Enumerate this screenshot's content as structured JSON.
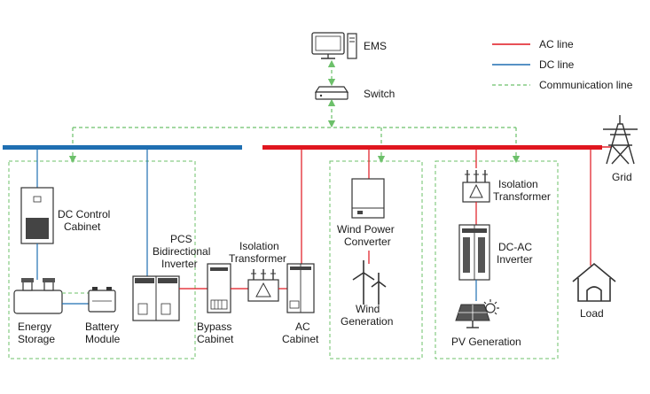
{
  "legend": {
    "ac": "AC line",
    "dc": "DC line",
    "comm": "Communication line",
    "colors": {
      "ac": "#e0161f",
      "dc": "#1f6fb2",
      "comm": "#6cc06a"
    }
  },
  "ems": {
    "label": "EMS"
  },
  "switch": {
    "label": "Switch"
  },
  "grid": {
    "label": "Grid"
  },
  "load": {
    "label": "Load"
  },
  "left": {
    "dc_control": {
      "line1": "DC Control",
      "line2": "Cabinet"
    },
    "pcs": {
      "line1": "PCS",
      "line2": "Bidirectional",
      "line3": "Inverter"
    },
    "iso": {
      "line1": "Isolation",
      "line2": "Transformer"
    },
    "energy": {
      "line1": "Energy",
      "line2": "Storage"
    },
    "battery": {
      "line1": "Battery",
      "line2": "Module"
    },
    "bypass": {
      "line1": "Bypass",
      "line2": "Cabinet"
    },
    "ac_cab": {
      "line1": "AC",
      "line2": "Cabinet"
    }
  },
  "wind": {
    "conv": {
      "line1": "Wind Power",
      "line2": "Converter"
    },
    "gen": {
      "line1": "Wind",
      "line2": "Generation"
    }
  },
  "pv": {
    "iso": {
      "line1": "Isolation",
      "line2": "Transformer"
    },
    "inv": {
      "line1": "DC-AC",
      "line2": "Inverter"
    },
    "gen": {
      "label": "PV Generation"
    }
  }
}
